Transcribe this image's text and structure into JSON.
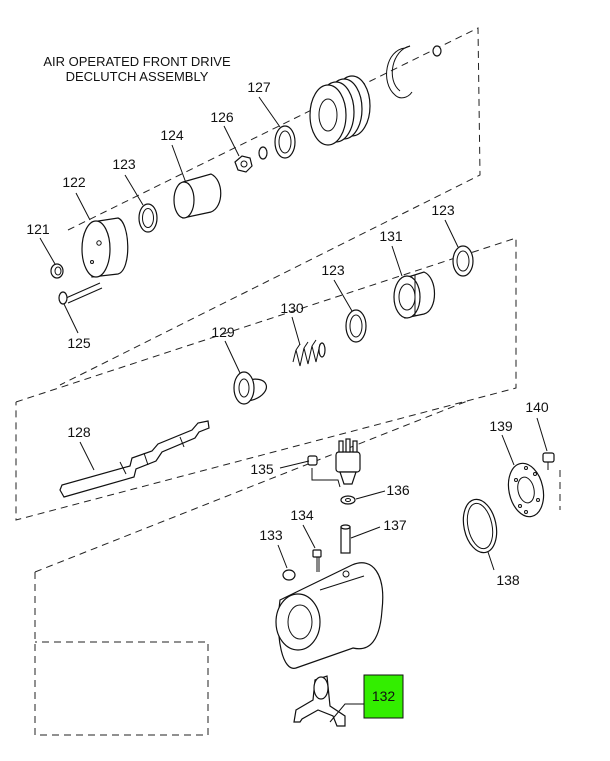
{
  "title": {
    "line1": "AIR OPERATED FRONT DRIVE",
    "line2": "DECLUTCH ASSEMBLY"
  },
  "callouts": {
    "c121": "121",
    "c122": "122",
    "c123a": "123",
    "c124": "124",
    "c125": "125",
    "c126": "126",
    "c127": "127",
    "c123b": "123",
    "c123c": "123",
    "c128": "128",
    "c129": "129",
    "c130": "130",
    "c131": "131",
    "c132": "132",
    "c133": "133",
    "c134": "134",
    "c135": "135",
    "c136": "136",
    "c137": "137",
    "c138": "138",
    "c139": "139",
    "c140": "140"
  },
  "colors": {
    "highlight": "#33ee00",
    "line": "#111111"
  }
}
